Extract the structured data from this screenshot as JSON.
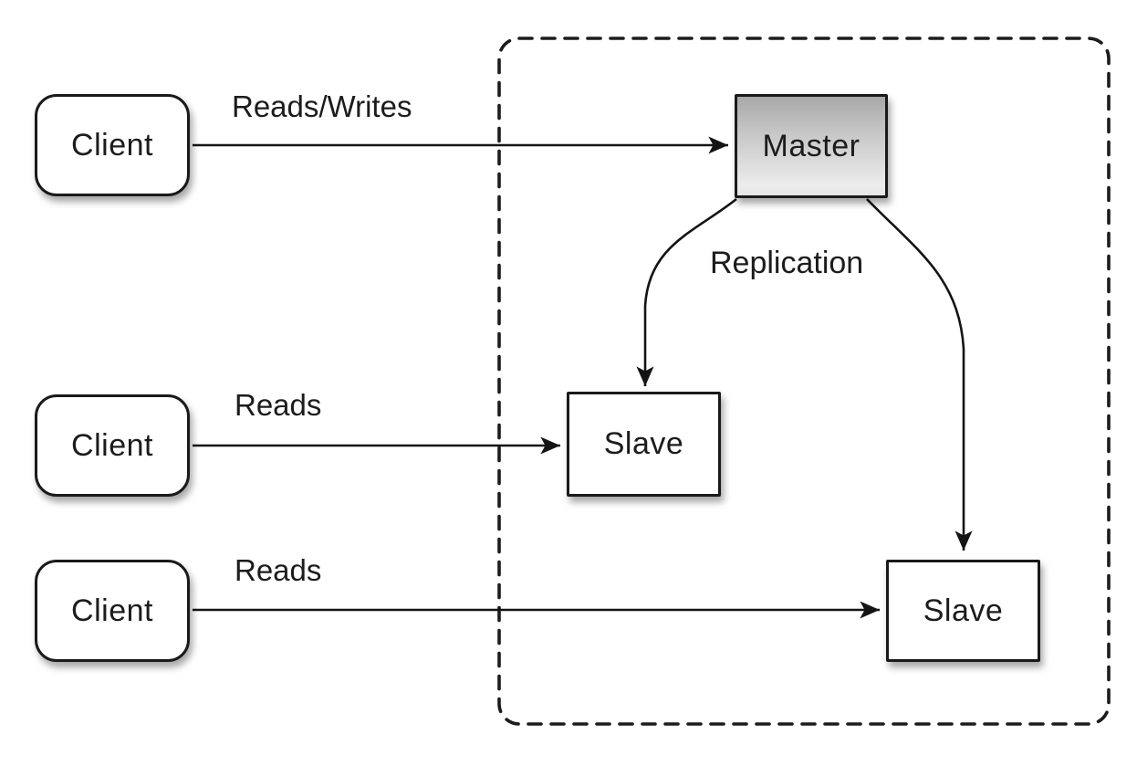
{
  "diagram": {
    "type": "master-slave-replication-architecture",
    "nodes": {
      "client1": {
        "label": "Client"
      },
      "client2": {
        "label": "Client"
      },
      "client3": {
        "label": "Client"
      },
      "master": {
        "label": "Master"
      },
      "slave1": {
        "label": "Slave"
      },
      "slave2": {
        "label": "Slave"
      }
    },
    "edges": {
      "client1_to_master": {
        "label": "Reads/Writes"
      },
      "client2_to_slave1": {
        "label": "Reads"
      },
      "client3_to_slave2": {
        "label": "Reads"
      },
      "master_to_slaves": {
        "label": "Replication"
      }
    },
    "colors": {
      "stroke": "#141414",
      "node_border": "#1a1a1a",
      "node_fill": "#ffffff",
      "master_gradient_top": "#a8a8a8",
      "master_gradient_bottom": "#ececec",
      "background": "#ffffff"
    }
  }
}
